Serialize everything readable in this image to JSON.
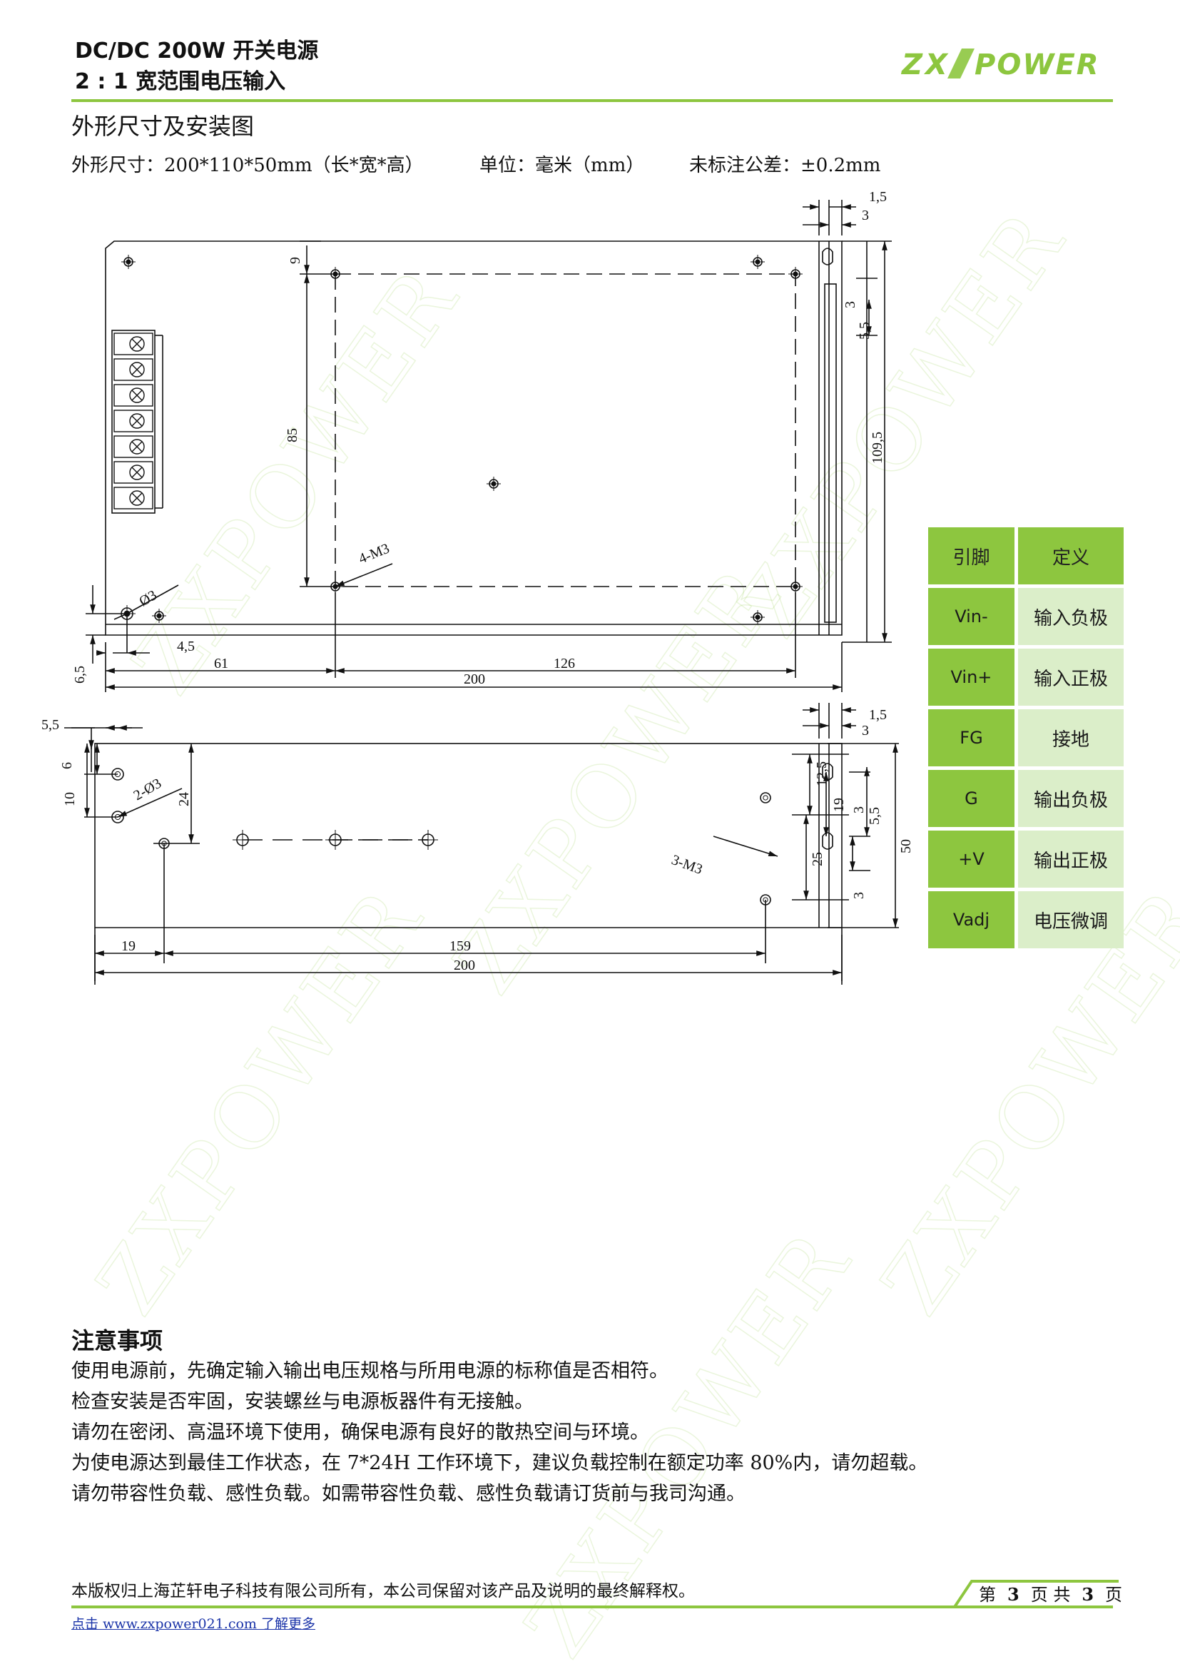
{
  "header": {
    "line1": "DC/DC 200W  开关电源",
    "line2": "2 : 1 宽范围电压输入",
    "logo_text": "ZX POWER",
    "brand_color": "#8dc63f"
  },
  "section": {
    "title": "外形尺寸及安装图",
    "dims": "外形尺寸：200*110*50mm（长*宽*高）",
    "unit": "单位：毫米（mm）",
    "tolerance": "未标注公差：±0.2mm"
  },
  "drawing": {
    "top_view": {
      "labels": {
        "d1_5": "1,5",
        "d3": "3",
        "d9": "9",
        "d3b": "3",
        "d5_5": "5,5",
        "d85": "85",
        "d109_5": "109,5",
        "m3": "4-M3",
        "phi3": "Ø3",
        "d4_5": "4,5",
        "d61": "61",
        "d126": "126",
        "d200": "200",
        "d6_5": "6,5"
      }
    },
    "side_view": {
      "labels": {
        "d5_5": "5,5",
        "d6": "6",
        "d10": "10",
        "phi3": "2-Ø3",
        "d24": "24",
        "d1_5": "1,5",
        "d3": "3",
        "d12_5": "12,5",
        "d19": "19",
        "d3b": "3",
        "d5_5b": "5,5",
        "d25": "25",
        "d50": "50",
        "d3c": "3",
        "m3": "3-M3",
        "d19b": "19",
        "d159": "159",
        "d200": "200"
      }
    }
  },
  "pin_table": {
    "headers": [
      "引脚",
      "定义"
    ],
    "rows": [
      {
        "pin": "Vin-",
        "def": "输入负极"
      },
      {
        "pin": "Vin+",
        "def": "输入正极"
      },
      {
        "pin": "FG",
        "def": "接地"
      },
      {
        "pin": "G",
        "def": "输出负极"
      },
      {
        "pin": "+V",
        "def": "输出正极"
      },
      {
        "pin": "Vadj",
        "def": "电压微调"
      }
    ],
    "header_color": "#8dc63f",
    "cell_color": "#dbeec9"
  },
  "notes": {
    "title": "注意事项",
    "items": [
      "使用电源前，先确定输入输出电压规格与所用电源的标称值是否相符。",
      "检查安装是否牢固，安装螺丝与电源板器件有无接触。",
      "请勿在密闭、高温环境下使用，确保电源有良好的散热空间与环境。",
      "为使电源达到最佳工作状态，在 7*24H 工作环境下，建议负载控制在额定功率 80%内，请勿超载。",
      "请勿带容性负载、感性负载。如需带容性负载、感性负载请订货前与我司沟通。"
    ]
  },
  "footer": {
    "copyright": "本版权归上海芷轩电子科技有限公司所有，本公司保留对该产品及说明的最终解释权。",
    "link": "点击 www.zxpower021.com  了解更多",
    "page_word_1": "第",
    "page_current": "3",
    "page_word_2": "页  共",
    "page_total": "3",
    "page_word_3": "页"
  },
  "watermark_text": "ZXPOWER"
}
